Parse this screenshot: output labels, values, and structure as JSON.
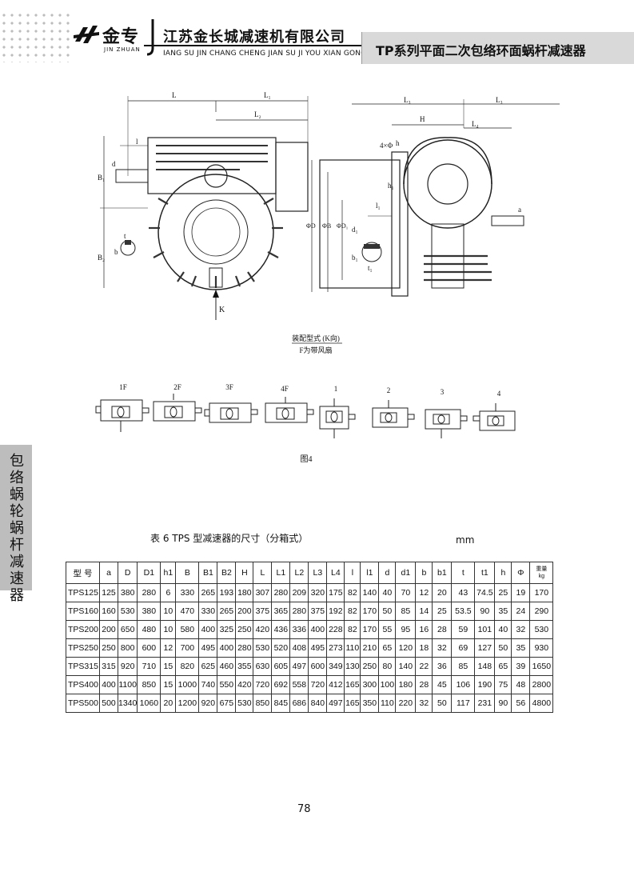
{
  "header": {
    "brand": "金专",
    "brand_pinyin": "JIN ZHUAN",
    "company": "江苏金长城减速机有限公司",
    "company_pinyin": "IANG SU JIN CHANG CHENG JIAN SU JI YOU XIAN GONG SI",
    "product": "TP系列平面二次包络环面蜗杆减速器"
  },
  "side_tab": "包络蜗轮蜗杆减速器",
  "figure": {
    "assembly_caption": "装配型式 (K向)",
    "fan_note": "F为带风扇",
    "k_label": "K",
    "figure_label": "图4",
    "mount_types": [
      "1F",
      "2F",
      "3F",
      "4F",
      "1",
      "2",
      "3",
      "4"
    ],
    "dim_labels": [
      "L",
      "L1",
      "L2",
      "L3",
      "L4",
      "H",
      "h",
      "h1",
      "B1",
      "B2",
      "ΦD",
      "ΦB",
      "ΦD1",
      "d",
      "d1",
      "l",
      "l1",
      "b",
      "b1",
      "t",
      "t1",
      "4×Φ",
      "a"
    ]
  },
  "table_caption": "表 6   TPS 型减速器的尺寸（分箱式）",
  "unit": "mm",
  "table": {
    "model_header": "型 号",
    "headers": [
      "a",
      "D",
      "D1",
      "h1",
      "B",
      "B1",
      "B2",
      "H",
      "L",
      "L1",
      "L2",
      "L3",
      "L4",
      "l",
      "l1",
      "d",
      "d1",
      "b",
      "b1",
      "t",
      "t1",
      "h",
      "Φ"
    ],
    "weight_header": "重量",
    "weight_unit": "kg",
    "rows": [
      [
        "TPS125",
        "125",
        "380",
        "280",
        "6",
        "330",
        "265",
        "193",
        "180",
        "307",
        "280",
        "209",
        "320",
        "175",
        "82",
        "140",
        "40",
        "70",
        "12",
        "20",
        "43",
        "74.5",
        "25",
        "19",
        "170"
      ],
      [
        "TPS160",
        "160",
        "530",
        "380",
        "10",
        "470",
        "330",
        "265",
        "200",
        "375",
        "365",
        "280",
        "375",
        "192",
        "82",
        "170",
        "50",
        "85",
        "14",
        "25",
        "53.5",
        "90",
        "35",
        "24",
        "290"
      ],
      [
        "TPS200",
        "200",
        "650",
        "480",
        "10",
        "580",
        "400",
        "325",
        "250",
        "420",
        "436",
        "336",
        "400",
        "228",
        "82",
        "170",
        "55",
        "95",
        "16",
        "28",
        "59",
        "101",
        "40",
        "32",
        "530"
      ],
      [
        "TPS250",
        "250",
        "800",
        "600",
        "12",
        "700",
        "495",
        "400",
        "280",
        "530",
        "520",
        "408",
        "495",
        "273",
        "110",
        "210",
        "65",
        "120",
        "18",
        "32",
        "69",
        "127",
        "50",
        "35",
        "930"
      ],
      [
        "TPS315",
        "315",
        "920",
        "710",
        "15",
        "820",
        "625",
        "460",
        "355",
        "630",
        "605",
        "497",
        "600",
        "349",
        "130",
        "250",
        "80",
        "140",
        "22",
        "36",
        "85",
        "148",
        "65",
        "39",
        "1650"
      ],
      [
        "TPS400",
        "400",
        "1100",
        "850",
        "15",
        "1000",
        "740",
        "550",
        "420",
        "720",
        "692",
        "558",
        "720",
        "412",
        "165",
        "300",
        "100",
        "180",
        "28",
        "45",
        "106",
        "190",
        "75",
        "48",
        "2800"
      ],
      [
        "TPS500",
        "500",
        "1340",
        "1060",
        "20",
        "1200",
        "920",
        "675",
        "530",
        "850",
        "845",
        "686",
        "840",
        "497",
        "165",
        "350",
        "110",
        "220",
        "32",
        "50",
        "117",
        "231",
        "90",
        "56",
        "4800"
      ]
    ]
  },
  "page_number": "78"
}
